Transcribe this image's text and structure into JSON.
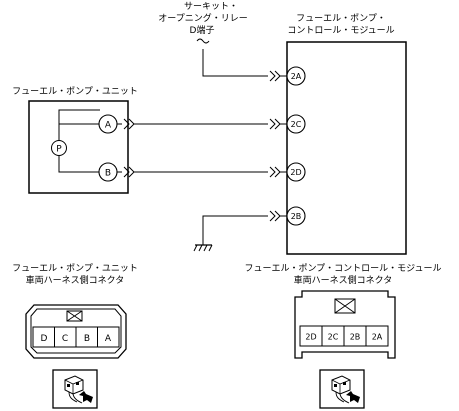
{
  "labels": {
    "relay_line1": "サーキット・",
    "relay_line2": "オープニング・リレー",
    "relay_line3": "D端子",
    "module_line1": "フューエル・ポンプ・",
    "module_line2": "コントロール・モジュール",
    "unit_title": "フューエル・ポンプ・ユニット",
    "unit_conn_line1": "フューエル・ポンプ・ユニット",
    "unit_conn_line2": "車両ハーネス側コネクタ",
    "module_conn_line1": "フューエル・ポンプ・コントロール・モジュール",
    "module_conn_line2": "車両ハーネス側コネクタ"
  },
  "module_terminals": [
    "2A",
    "2C",
    "2D",
    "2B"
  ],
  "unit_terminals": [
    "A",
    "B"
  ],
  "pump_symbol": "P",
  "unit_connector_pins": [
    "D",
    "C",
    "B",
    "A"
  ],
  "module_connector_pins": [
    "2D",
    "2C",
    "2B",
    "2A"
  ],
  "icons": {
    "wire_end": "squiggle-icon",
    "ground": "ground-icon",
    "connector_view": "connector-view-arrow-icon"
  }
}
